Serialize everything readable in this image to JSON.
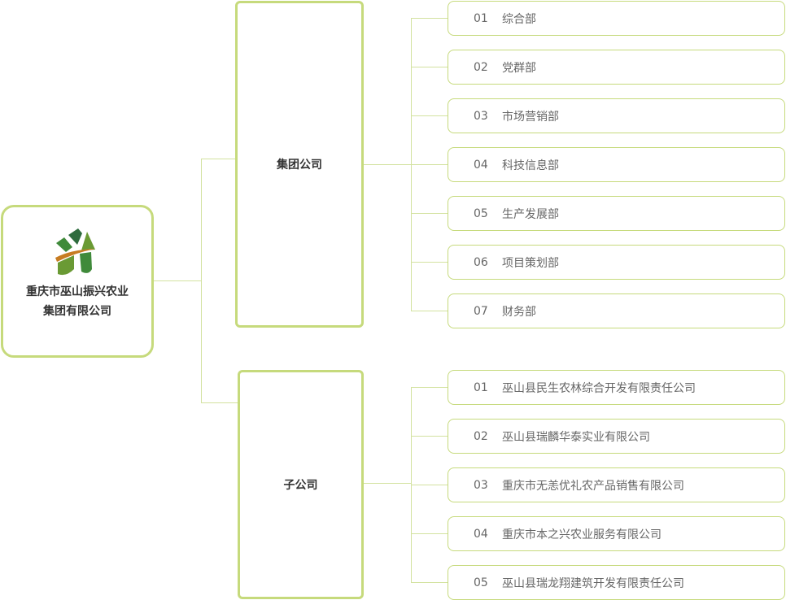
{
  "root": {
    "name_line1": "重庆市巫山振兴农业",
    "name_line2": "集团有限公司"
  },
  "group": {
    "label": "集团公司",
    "items": [
      {
        "num": "01",
        "label": "综合部"
      },
      {
        "num": "02",
        "label": "党群部"
      },
      {
        "num": "03",
        "label": "市场营销部"
      },
      {
        "num": "04",
        "label": "科技信息部"
      },
      {
        "num": "05",
        "label": "生产发展部"
      },
      {
        "num": "06",
        "label": "项目策划部"
      },
      {
        "num": "07",
        "label": "财务部"
      }
    ]
  },
  "subsidiaries": {
    "label": "子公司",
    "items": [
      {
        "num": "01",
        "label": "巫山县民生农林综合开发有限责任公司"
      },
      {
        "num": "02",
        "label": "巫山县瑞麟华泰实业有限公司"
      },
      {
        "num": "03",
        "label": "重庆市无恙优礼农产品销售有限公司"
      },
      {
        "num": "04",
        "label": "重庆市本之兴农业服务有限公司"
      },
      {
        "num": "05",
        "label": "巫山县瑞龙翔建筑开发有限责任公司"
      }
    ]
  },
  "colors": {
    "border": "#c6da7c",
    "line": "#d3e2a0"
  }
}
